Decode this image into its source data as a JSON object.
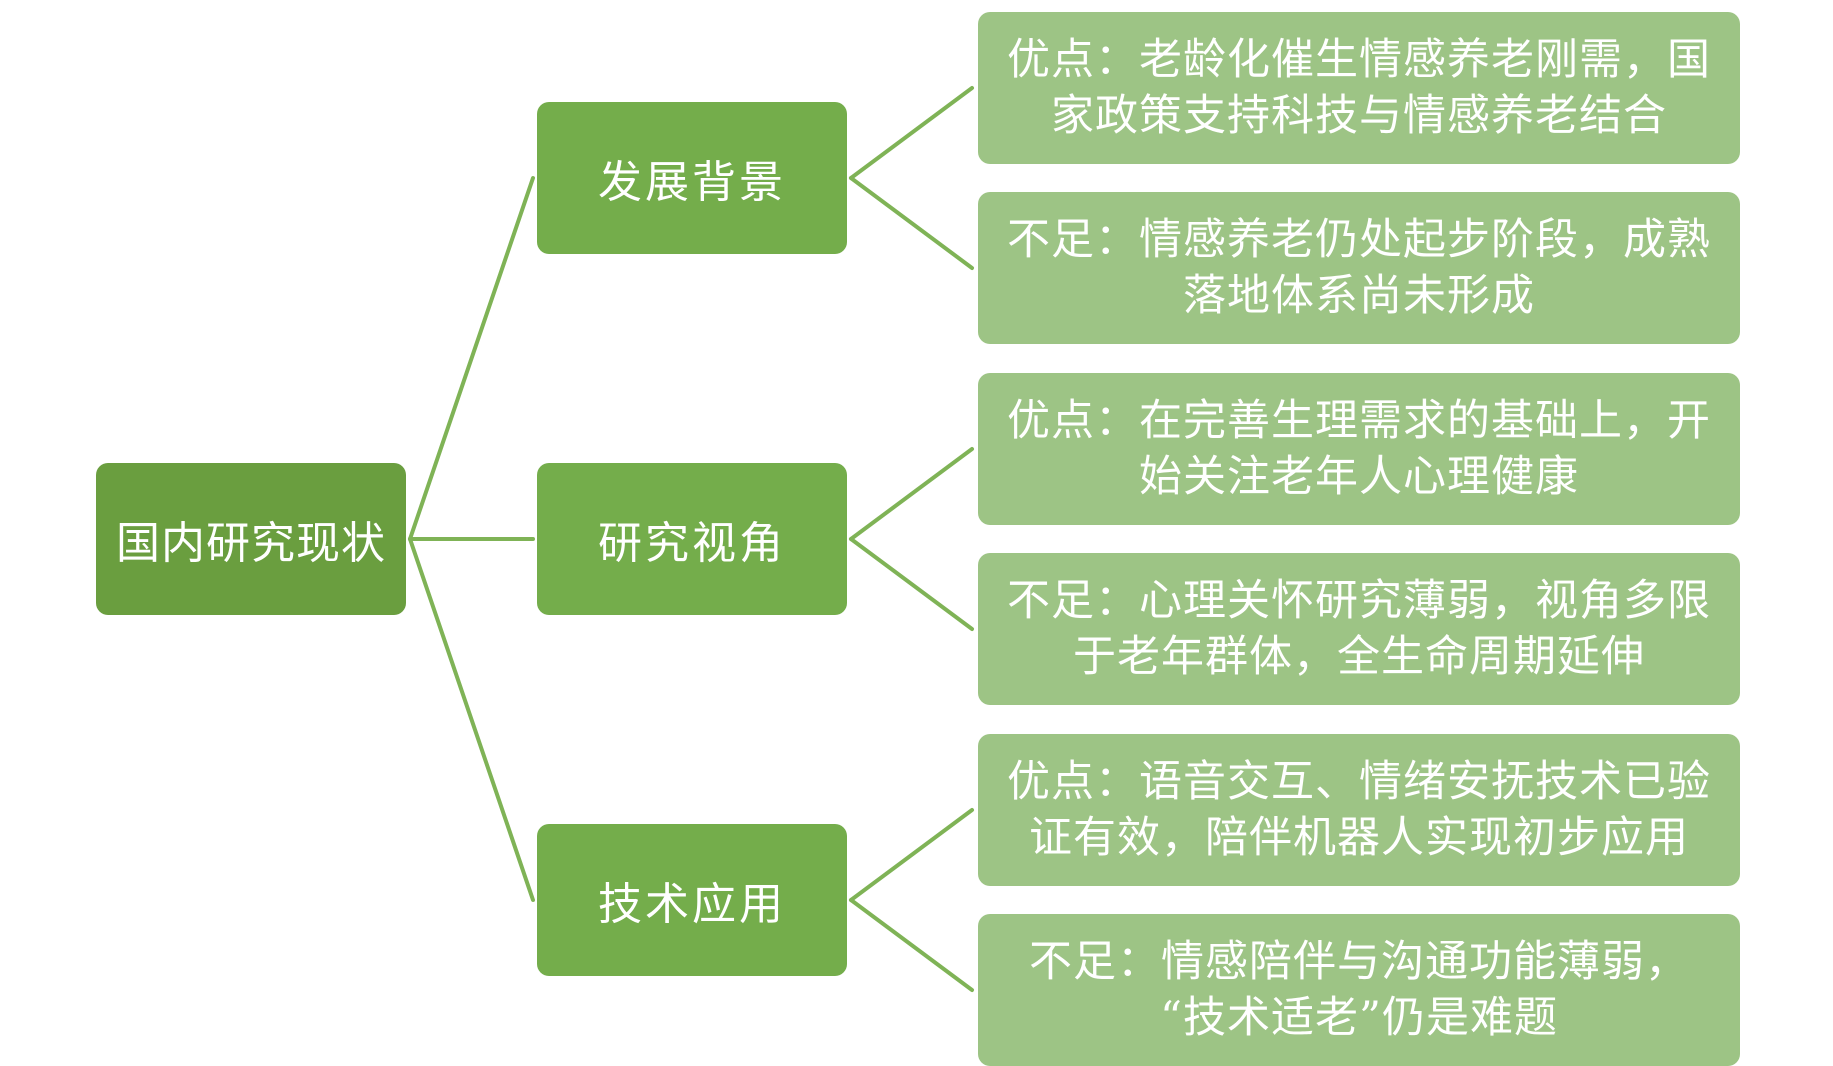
{
  "colors": {
    "root": "#6a9e3f",
    "category": "#74ad4b",
    "detail": "#9dc485",
    "connector": "#7fb356",
    "text": "#ffffff"
  },
  "root": {
    "label": "国内研究现状"
  },
  "categories": [
    {
      "label": "发展背景",
      "details": [
        {
          "line1": "优点：老龄化催生情感养老刚需，国",
          "line2": "家政策支持科技与情感养老结合"
        },
        {
          "line1": "不足：情感养老仍处起步阶段，成熟",
          "line2": "落地体系尚未形成"
        }
      ]
    },
    {
      "label": "研究视角",
      "details": [
        {
          "line1": "优点：在完善生理需求的基础上，开",
          "line2": "始关注老年人心理健康"
        },
        {
          "line1": "不足：心理关怀研究薄弱，视角多限",
          "line2": "于老年群体，全生命周期延伸"
        }
      ]
    },
    {
      "label": "技术应用",
      "details": [
        {
          "line1": "优点：语音交互、情绪安抚技术已验",
          "line2": "证有效，陪伴机器人实现初步应用"
        },
        {
          "line1": "不足：情感陪伴与沟通功能薄弱，",
          "line2": "“技术适老”仍是难题"
        }
      ]
    }
  ]
}
